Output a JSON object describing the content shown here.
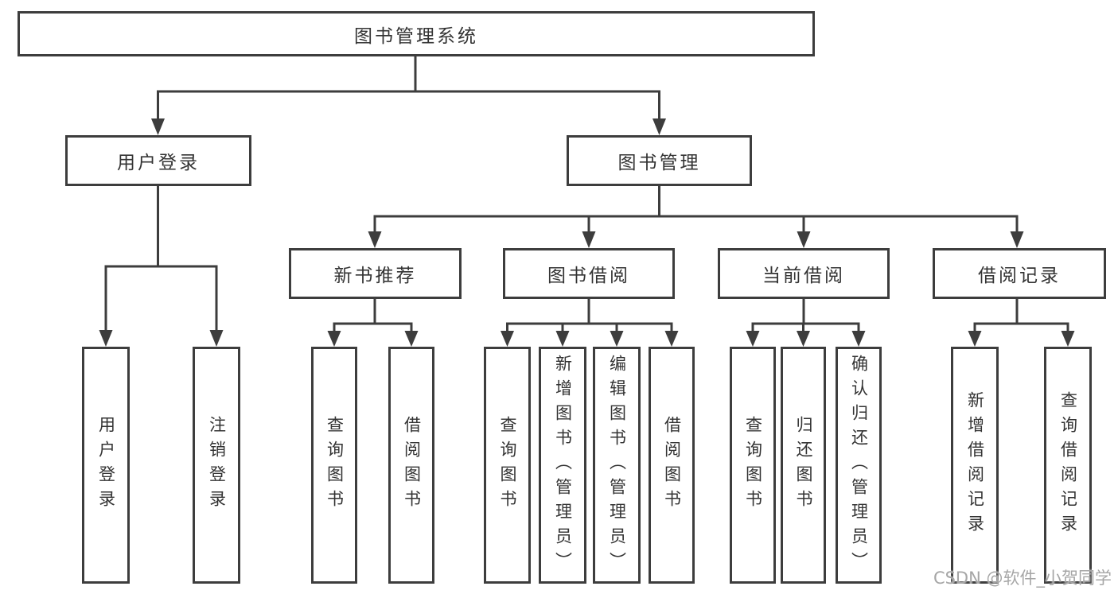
{
  "tree": {
    "label": "图书管理系统",
    "children": [
      {
        "label": "用户登录",
        "children": [
          {
            "label": "用户登录"
          },
          {
            "label": "注销登录"
          }
        ]
      },
      {
        "label": "图书管理",
        "children": [
          {
            "label": "新书推荐",
            "children": [
              {
                "label": "查询图书"
              },
              {
                "label": "借阅图书"
              }
            ]
          },
          {
            "label": "图书借阅",
            "children": [
              {
                "label": "查询图书"
              },
              {
                "label": "新增图书（管理员）"
              },
              {
                "label": "编辑图书（管理员）"
              },
              {
                "label": "借阅图书"
              }
            ]
          },
          {
            "label": "当前借阅",
            "children": [
              {
                "label": "查询图书"
              },
              {
                "label": "归还图书"
              },
              {
                "label": "确认归还（管理员）"
              }
            ]
          },
          {
            "label": "借阅记录",
            "children": [
              {
                "label": "新增借阅记录"
              },
              {
                "label": "查询借阅记录"
              }
            ]
          }
        ]
      }
    ]
  },
  "watermark": {
    "text": "CSDN @软件_小贺同学"
  },
  "colors": {
    "line": "#3d3d3d",
    "box_border": "#3d3d3d",
    "text": "#333333",
    "watermark": "#a6a6a6",
    "background": "#ffffff"
  }
}
